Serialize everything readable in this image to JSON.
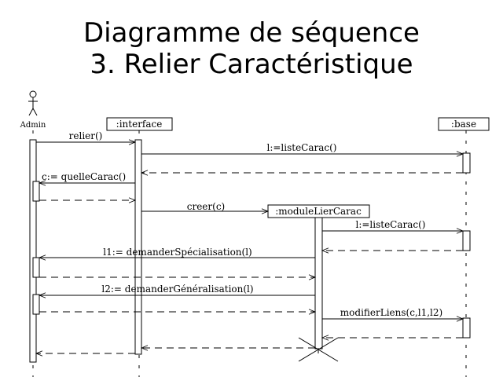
{
  "title": {
    "line1": "Diagramme de séquence",
    "line2": "3. Relier Caractéristique"
  },
  "participants": {
    "actor": "Admin",
    "interface": ":interface",
    "base": ":base",
    "module": ":moduleLierCarac"
  },
  "messages": {
    "m1": "relier()",
    "m2": "l:=listeCarac()",
    "m3": "c:= quelleCarac()",
    "m4": "creer(c)",
    "m5": "l:=listeCarac()",
    "m6": "l1:= demanderSpécialisation(l)",
    "m7": "l2:= demanderGénéralisation(l)",
    "m8": "modifierLiens(c,l1,l2)"
  }
}
